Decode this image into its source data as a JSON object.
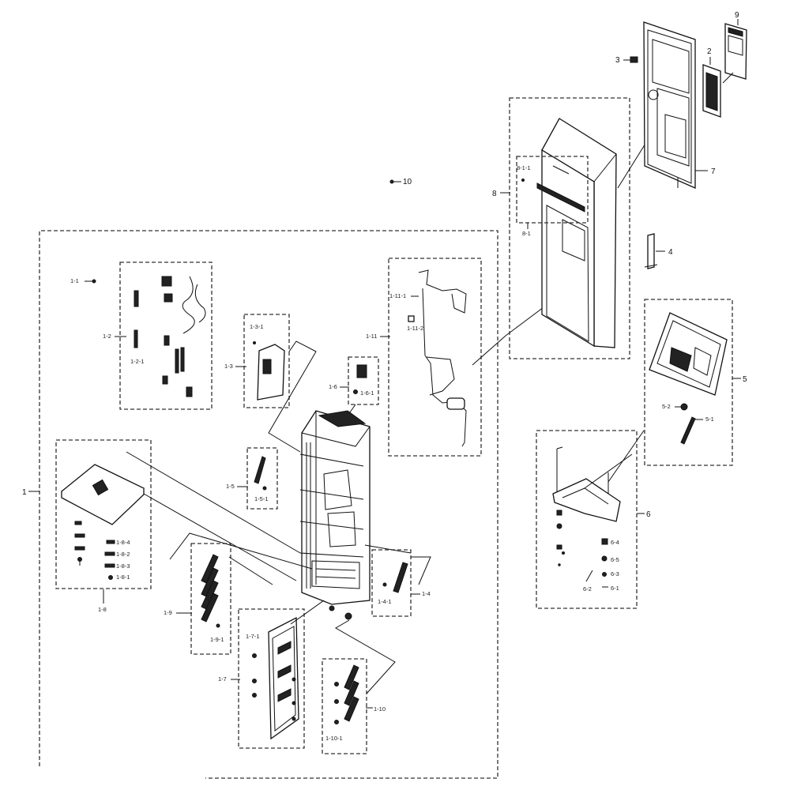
{
  "labels": {
    "p1": "1",
    "p1_1": "1-1",
    "p1_2": "1-2",
    "p1_2_1": "1-2-1",
    "p1_3": "1-3",
    "p1_3_1": "1-3-1",
    "p1_4": "1-4",
    "p1_4_1": "1-4-1",
    "p1_5": "1-5",
    "p1_5_1": "1-5-1",
    "p1_6": "1-6",
    "p1_6_1": "1-6-1",
    "p1_7": "1-7",
    "p1_7_1": "1-7-1",
    "p1_8": "1-8",
    "p1_8_1": "1-8-1",
    "p1_8_2": "1-8-2",
    "p1_8_3": "1-8-3",
    "p1_8_4": "1-8-4",
    "p1_9": "1-9",
    "p1_9_1": "1-9-1",
    "p1_10": "1-10",
    "p1_10_1": "1-10-1",
    "p1_11": "1-11",
    "p1_11_1": "1-11-1",
    "p1_11_2": "1-11-2",
    "p2": "2",
    "p3": "3",
    "p4": "4",
    "p5": "5",
    "p5_1": "5-1",
    "p5_2": "5-2",
    "p6": "6",
    "p6_1": "6-1",
    "p6_2": "6-2",
    "p6_3": "6-3",
    "p6_4": "6-4",
    "p6_5": "6-5",
    "p7": "7",
    "p8": "8",
    "p8_1": "8-1",
    "p8_1_1": "8-1-1",
    "p9": "9",
    "p10": "10"
  }
}
